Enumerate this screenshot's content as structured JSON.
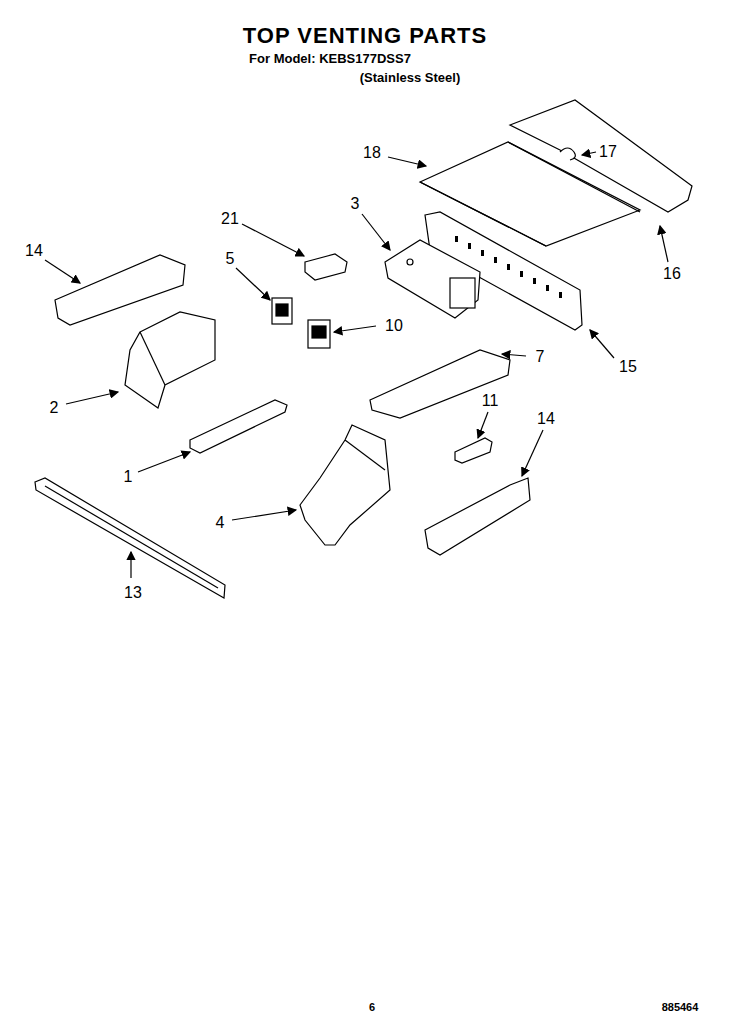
{
  "diagram": {
    "title": "TOP VENTING PARTS",
    "labels": [
      "For Model: KEBS177DSS7",
      "(Stainless Steel)",
      "18",
      "17",
      "21",
      "3",
      "14",
      "16",
      "5",
      "10",
      "15",
      "7",
      "2",
      "11",
      "14",
      "1",
      "4",
      "13",
      "6",
      "885464"
    ]
  }
}
